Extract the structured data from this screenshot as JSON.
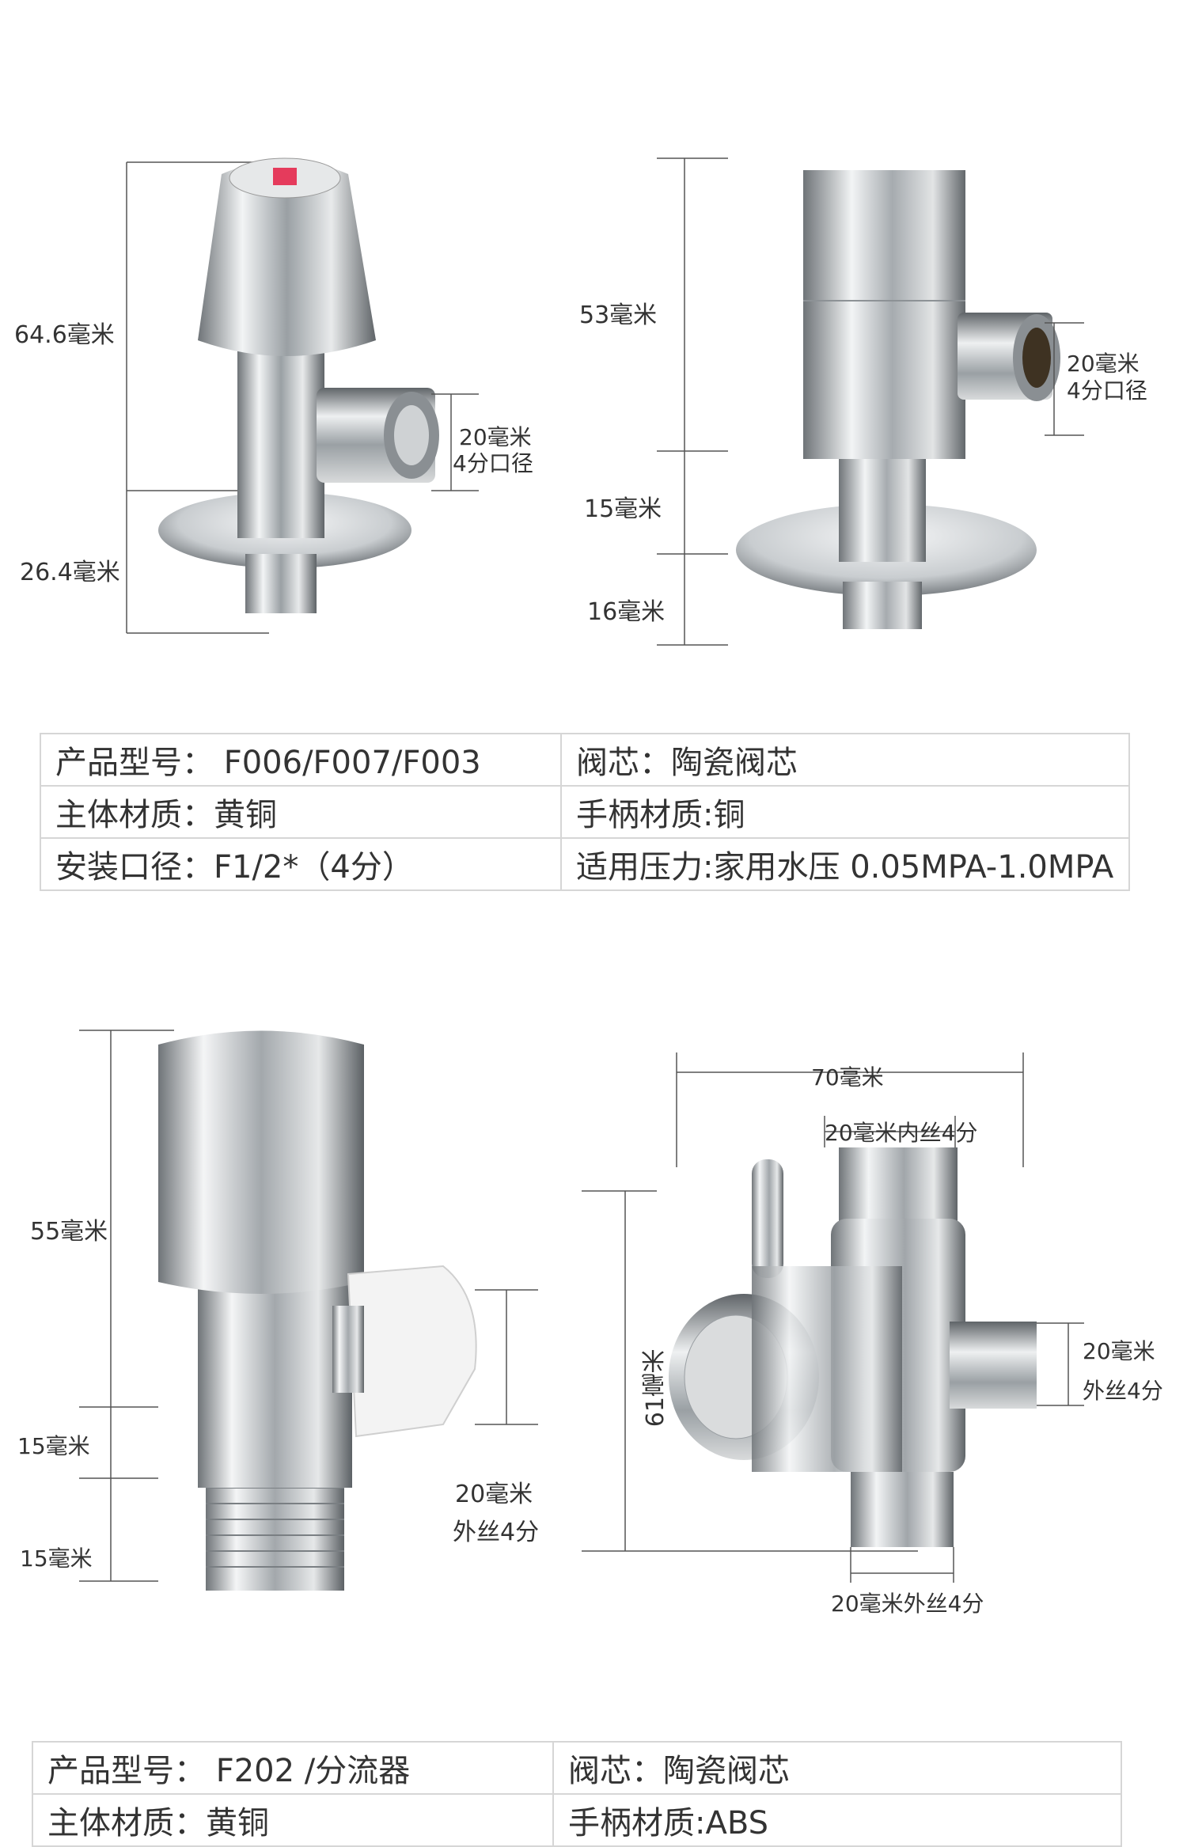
{
  "product1": {
    "dim_total": "64.6毫米",
    "dim_base": "26.4毫米",
    "dim_outlet_line1": "20毫米",
    "dim_outlet_line2": "4分口径"
  },
  "product2": {
    "dim_top": "53毫米",
    "dim_mid": "15毫米",
    "dim_bottom": "16毫米",
    "dim_outlet_line1": "20毫米",
    "dim_outlet_line2": "4分口径"
  },
  "table1": {
    "rows": [
      [
        "产品型号：  F006/F007/F003",
        "阀芯：陶瓷阀芯"
      ],
      [
        "主体材质：黄铜",
        "手柄材质:铜"
      ],
      [
        "安装口径：F1/2*（4分）",
        "适用压力:家用水压 0.05MPA-1.0MPA"
      ]
    ]
  },
  "product3": {
    "dim_top": "55毫米",
    "dim_mid": "15毫米",
    "dim_bottom": "15毫米",
    "dim_outlet_line1": "20毫米",
    "dim_outlet_line2": "外丝4分"
  },
  "product4": {
    "dim_width": "70毫米",
    "dim_top_inlet": "20毫米内丝4分",
    "dim_height": "61毫米",
    "dim_side_line1": "20毫米",
    "dim_side_line2": "外丝4分",
    "dim_bottom_outlet": "20毫米外丝4分"
  },
  "table2": {
    "rows": [
      [
        "产品型号：  F202 /分流器",
        "阀芯：陶瓷阀芯"
      ],
      [
        "主体材质：黄铜",
        "手柄材质:ABS"
      ]
    ]
  },
  "colors": {
    "chrome_dark": "#6f7478",
    "chrome_light": "#f2f4f5",
    "border": "#d6d6d6",
    "text": "#333333",
    "handle_white": "#f3f3f3"
  }
}
